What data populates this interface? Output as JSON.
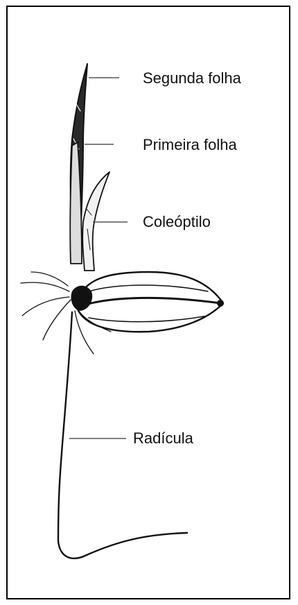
{
  "diagram": {
    "labels": {
      "second_leaf": "Segunda folha",
      "first_leaf": "Primeira folha",
      "coleoptile": "Coleóptilo",
      "radicle": "Radícula"
    },
    "colors": {
      "ink": "#111111",
      "leader": "#555555",
      "border": "#000000",
      "background": "#ffffff"
    }
  }
}
